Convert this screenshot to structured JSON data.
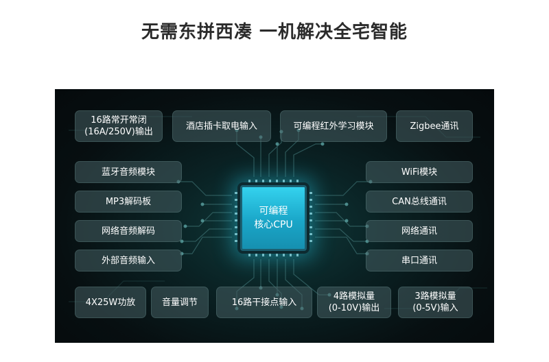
{
  "headline": "无需东拼西凑 一机解决全宅智能",
  "cpu_label": "可编程\n核心CPU",
  "modules": {
    "relay_output": "16路常开常闭\n(16A/250V)输出",
    "hotel_card_input": "酒店插卡取电输入",
    "ir_learning": "可编程红外学习模块",
    "zigbee": "Zigbee通讯",
    "bluetooth_audio": "蓝牙音频模块",
    "wifi": "WiFi模块",
    "mp3_board": "MP3解码板",
    "can_bus": "CAN总线通讯",
    "network_audio": "网络音频解码",
    "network_comm": "网络通讯",
    "external_audio": "外部音频输入",
    "serial_comm": "串口通讯",
    "amplifier": "4X25W功放",
    "volume": "音量调节",
    "dry_contact": "16路干接点输入",
    "analog_in_4": "4路模拟量\n(0-10V)输出",
    "analog_in_3": "3路模拟量\n(0-5V)输入"
  },
  "colors": {
    "panel_bg": "#0a2224",
    "module_bg": "#465f62",
    "cpu": "#2bc0e0",
    "trace": "#3a6b6c"
  }
}
